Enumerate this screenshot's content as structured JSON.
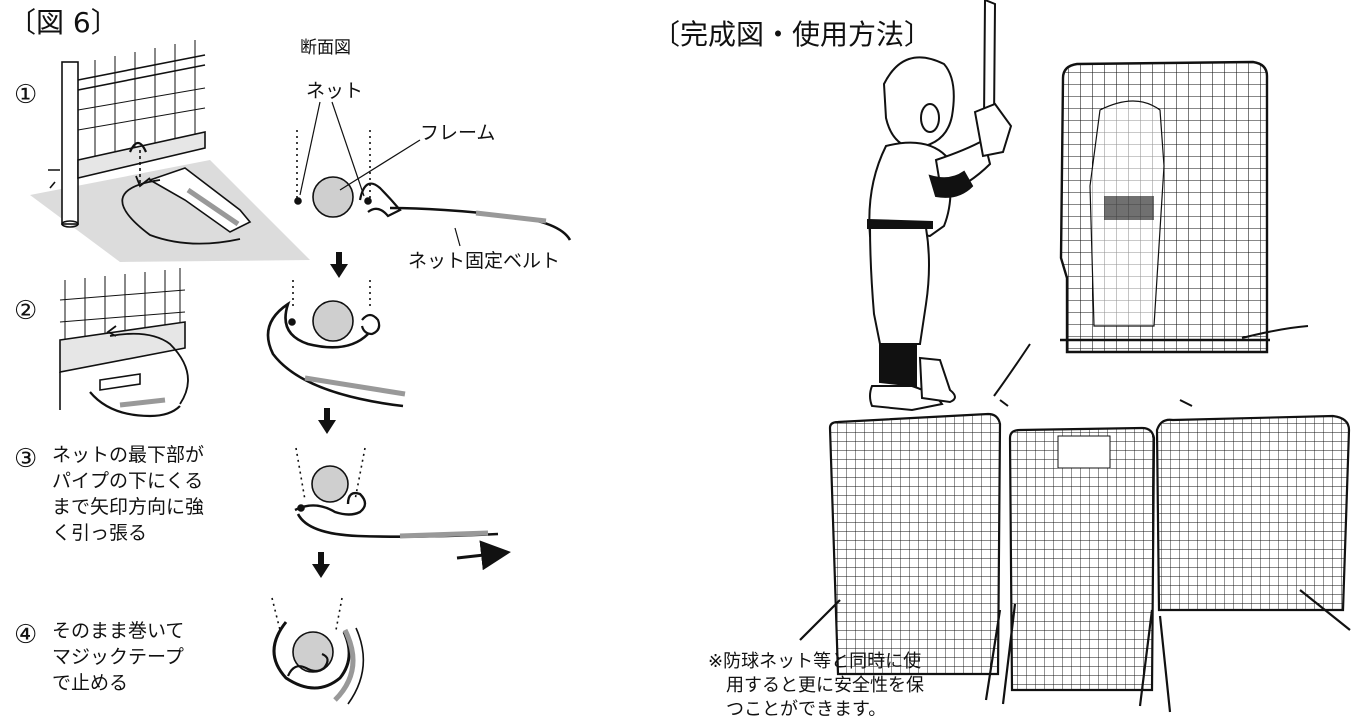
{
  "fig6": {
    "title": "〔図 6〕",
    "section_label": "断面図",
    "callouts": {
      "net": "ネット",
      "frame": "フレーム",
      "belt": "ネット固定ベルト"
    },
    "steps": [
      {
        "marker": "①",
        "text": []
      },
      {
        "marker": "②",
        "text": []
      },
      {
        "marker": "③",
        "text": [
          "ネットの最下部が",
          "パイプの下にくる",
          "まで矢印方向に強",
          "く引っ張る"
        ]
      },
      {
        "marker": "④",
        "text": [
          "そのまま巻いて",
          "マジックテープ",
          "で止める"
        ]
      }
    ]
  },
  "completed": {
    "title": "〔完成図・使用方法〕",
    "note": [
      "※防球ネット等と同時に使",
      "用すると更に安全性を保",
      "つことができます。"
    ]
  },
  "colors": {
    "line": "#111111",
    "circle_fill": "#cfcfcf",
    "belt_gray": "#9a9a9a",
    "ground": "#dcdcdc"
  }
}
